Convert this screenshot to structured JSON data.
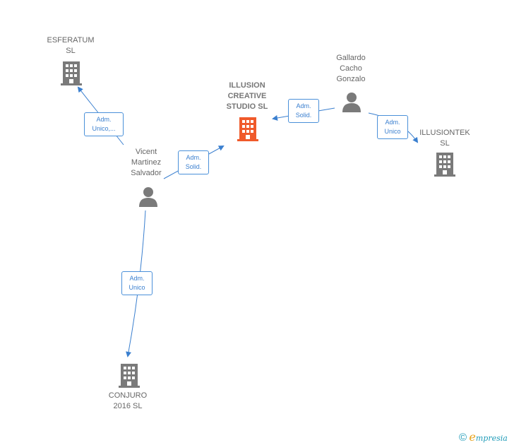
{
  "nodes": {
    "esferatum": {
      "label": "ESFERATUM\nSL"
    },
    "illusion": {
      "label": "ILLUSION\nCREATIVE\nSTUDIO  SL"
    },
    "illusiontek": {
      "label": "ILLUSIONTEK\nSL"
    },
    "conjuro": {
      "label": "CONJURO\n2016  SL"
    },
    "vicent": {
      "label": "Vicent\nMartinez\nSalvador"
    },
    "gallardo": {
      "label": "Gallardo\nCacho\nGonzalo"
    }
  },
  "edges": {
    "vicent_esferatum": "Adm.\nUnico,...",
    "vicent_illusion": "Adm.\nSolid.",
    "gallardo_illusion": "Adm.\nSolid.",
    "gallardo_illusiontek": "Adm.\nUnico",
    "vicent_conjuro": "Adm.\nUnico"
  },
  "colors": {
    "edge": "#3a7fcf",
    "building": "#7a7a7a",
    "building_main": "#f05a2b",
    "person": "#7a7a7a"
  },
  "footer": {
    "copyright": "©",
    "brand_e": "e",
    "brand_rest": "mpresia"
  }
}
